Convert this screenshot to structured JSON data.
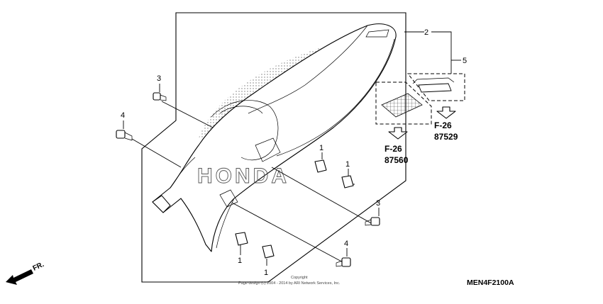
{
  "diagram": {
    "callouts": {
      "c1_a": "1",
      "c1_b": "1",
      "c1_c": "1",
      "c1_d": "1",
      "c2": "2",
      "c3_top": "3",
      "c3_right": "3",
      "c4_left": "4",
      "c4_bottom": "4",
      "c5": "5"
    },
    "refs": {
      "ref_a_code": "F-26",
      "ref_a_num": "87560",
      "ref_b_code": "F-26",
      "ref_b_num": "87529"
    },
    "brand_logo_text": "HONDA",
    "front_arrow": "FR.",
    "copyright_line1": "Copyright",
    "copyright_line2": "Page design (c) 2004 - 2014 by ARI Network Services, Inc.",
    "diagram_id": "MEN4F2100A",
    "icons": [
      "front-direction-arrow-icon",
      "reference-arrow-icon"
    ]
  }
}
